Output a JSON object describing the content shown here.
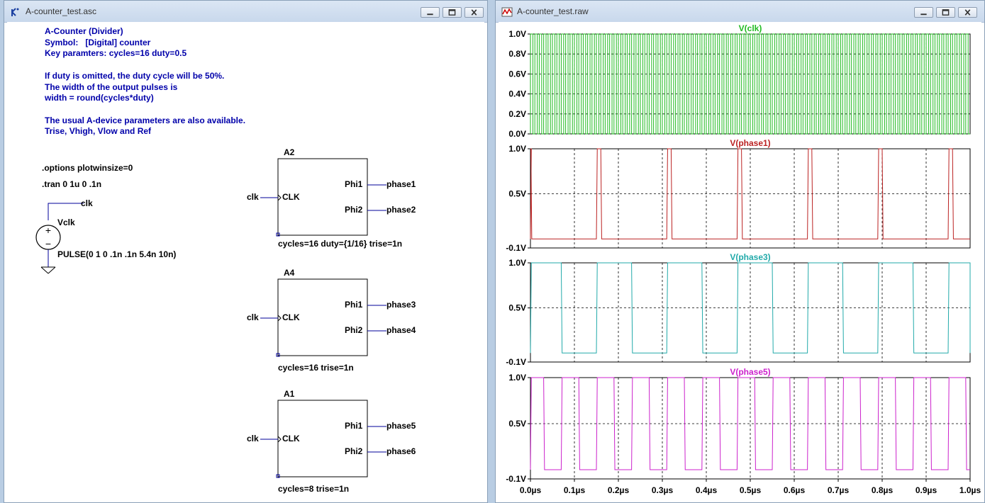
{
  "schematic_window": {
    "title": "A-counter_test.asc",
    "comment_lines": [
      "A-Counter (Divider)",
      "Symbol:   [Digital] counter",
      "Key paramters: cycles=16 duty=0.5",
      "",
      "If duty is omitted, the duty cycle will be 50%.",
      "The width of the output pulses is",
      "width = round(cycles*duty)",
      "",
      "The usual A-device parameters are also available.",
      "Trise, Vhigh, Vlow and Ref"
    ],
    "directives": [
      ".options plotwinsize=0",
      ".tran 0 1u 0 .1n"
    ],
    "source": {
      "name": "Vclk",
      "net": "clk",
      "value": "PULSE(0 1 0 .1n .1n 5.4n 10n)"
    },
    "counters": [
      {
        "name": "A2",
        "input_net": "clk",
        "clk_pin": "CLK",
        "pin1": "Phi1",
        "pin2": "Phi2",
        "out1": "phase1",
        "out2": "phase2",
        "params": "cycles=16 duty={1/16} trise=1n"
      },
      {
        "name": "A4",
        "input_net": "clk",
        "clk_pin": "CLK",
        "pin1": "Phi1",
        "pin2": "Phi2",
        "out1": "phase3",
        "out2": "phase4",
        "params": "cycles=16 trise=1n"
      },
      {
        "name": "A1",
        "input_net": "clk",
        "clk_pin": "CLK",
        "pin1": "Phi1",
        "pin2": "Phi2",
        "out1": "phase5",
        "out2": "phase6",
        "params": "cycles=8 trise=1n"
      }
    ]
  },
  "waveform_window": {
    "title": "A-counter_test.raw",
    "x_tick_labels": [
      "0.0µs",
      "0.1µs",
      "0.2µs",
      "0.3µs",
      "0.4µs",
      "0.5µs",
      "0.6µs",
      "0.7µs",
      "0.8µs",
      "0.9µs",
      "1.0µs"
    ]
  },
  "chart_data": [
    {
      "type": "line",
      "title": "V(clk)",
      "color": "#22bb22",
      "x_unit": "µs",
      "xlim": [
        0,
        1.0
      ],
      "ylim": [
        0,
        1.0
      ],
      "y_tick_labels": [
        "1.0V",
        "0.8V",
        "0.6V",
        "0.4V",
        "0.2V",
        "0.0V"
      ],
      "series": [
        {
          "name": "V(clk)",
          "period_ns": 10,
          "high_ns": 5.4,
          "rise_ns": 0.1,
          "low": 0,
          "high": 1
        }
      ]
    },
    {
      "type": "line",
      "title": "V(phase1)",
      "color": "#bb2222",
      "x_unit": "µs",
      "xlim": [
        0,
        1.0
      ],
      "ylim": [
        -0.1,
        1.0
      ],
      "y_tick_labels": [
        "1.0V",
        "0.5V",
        "-0.1V"
      ],
      "series": [
        {
          "name": "V(phase1)",
          "high_intervals_us": [
            [
              0.0,
              0.001
            ],
            [
              0.15,
              0.16
            ],
            [
              0.31,
              0.32
            ],
            [
              0.47,
              0.48
            ],
            [
              0.63,
              0.64
            ],
            [
              0.79,
              0.8
            ],
            [
              0.95,
              0.96
            ]
          ],
          "low": 0,
          "high": 1
        }
      ]
    },
    {
      "type": "line",
      "title": "V(phase3)",
      "color": "#22aaaa",
      "x_unit": "µs",
      "xlim": [
        0,
        1.0
      ],
      "ylim": [
        -0.1,
        1.0
      ],
      "y_tick_labels": [
        "1.0V",
        "0.5V",
        "-0.1V"
      ],
      "series": [
        {
          "name": "V(phase3)",
          "high_intervals_us": [
            [
              0,
              0.07
            ],
            [
              0.15,
              0.23
            ],
            [
              0.31,
              0.39
            ],
            [
              0.47,
              0.55
            ],
            [
              0.63,
              0.71
            ],
            [
              0.79,
              0.87
            ],
            [
              0.95,
              1.0
            ]
          ],
          "low": 0,
          "high": 1
        }
      ]
    },
    {
      "type": "line",
      "title": "V(phase5)",
      "color": "#cc22cc",
      "x_unit": "µs",
      "xlim": [
        0,
        1.0
      ],
      "ylim": [
        -0.1,
        1.0
      ],
      "y_tick_labels": [
        "1.0V",
        "0.5V",
        "-0.1V"
      ],
      "series": [
        {
          "name": "V(phase5)",
          "high_intervals_us": [
            [
              0,
              0.03
            ],
            [
              0.07,
              0.11
            ],
            [
              0.15,
              0.19
            ],
            [
              0.23,
              0.27
            ],
            [
              0.31,
              0.35
            ],
            [
              0.39,
              0.43
            ],
            [
              0.47,
              0.51
            ],
            [
              0.55,
              0.59
            ],
            [
              0.63,
              0.67
            ],
            [
              0.71,
              0.75
            ],
            [
              0.79,
              0.83
            ],
            [
              0.87,
              0.91
            ],
            [
              0.95,
              0.99
            ]
          ],
          "low": 0,
          "high": 1
        }
      ]
    }
  ]
}
